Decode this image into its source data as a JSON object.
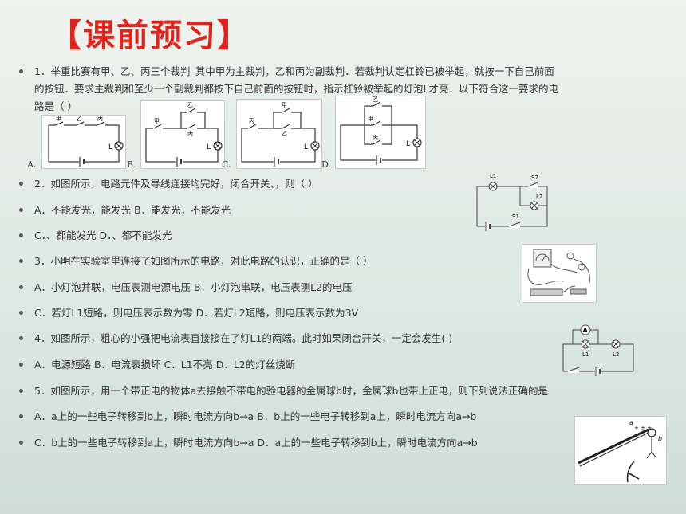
{
  "title": "【课前预习】",
  "q1": {
    "l1": "1．举重比赛有甲、乙、丙三个裁判_其中甲为主裁判，乙和丙为副裁判．若裁判认定杠铃已被举起，就按一下自己前面",
    "l2": "的按钮．要求主裁判和至少一个副裁判都按下自己前面的按钮时，指示杠铃被举起的灯泡L才亮．以下符合这一要求的电",
    "l3": "路是（   ）",
    "options": [
      "A.",
      "B.",
      "C.",
      "D."
    ],
    "switch_labels": [
      "甲",
      "乙",
      "丙"
    ],
    "lamp_label": "L"
  },
  "q2": {
    "stem": "2．如图所示，电路元件及导线连接均完好，闭合开关、，则（        ）",
    "ab": "A．不能发光，能发光 B．能发光，不能发光",
    "cd": "C．、都能发光              D．、都不能发光",
    "labels": [
      "L1",
      "S2",
      "L2",
      "S1"
    ]
  },
  "q3": {
    "stem": "3．小明在实验室里连接了如图所示的电路，对此电路的认识，正确的是（          ）",
    "ab": "A．小灯泡并联，电压表测电源电压     B．小灯泡串联，电压表测L2的电压",
    "cd": "C．若灯L1短路，则电压表示数为零     D．若灯L2短路，则电压表示数为3V"
  },
  "q4": {
    "stem": "4．如图所示，粗心的小强把电流表直接接在了灯L1的两端。此时如果闭合开关，一定会发生(        )",
    "opts": "A．电源短路                   B．电流表损坏    C．L1不亮                     D．L2的灯丝烧断",
    "labels": [
      "A",
      "L1",
      "L2"
    ]
  },
  "q5": {
    "stem": "5．如图所示，用一个带正电的物体a去接触不带电的验电器的金属球b时，金属球b也带上正电，则下列说法正确的是",
    "ab": "A．a上的一些电子转移到b上，瞬时电流方向b→a    B．b上的一些电子转移到a上，瞬时电流方向a→b",
    "cd": "C．b上的一些电子转移到a上，瞬时电流方向b→a    D．a上的一些电子转移到b上，瞬时电流方向a→b",
    "labels": [
      "a",
      "b"
    ]
  }
}
